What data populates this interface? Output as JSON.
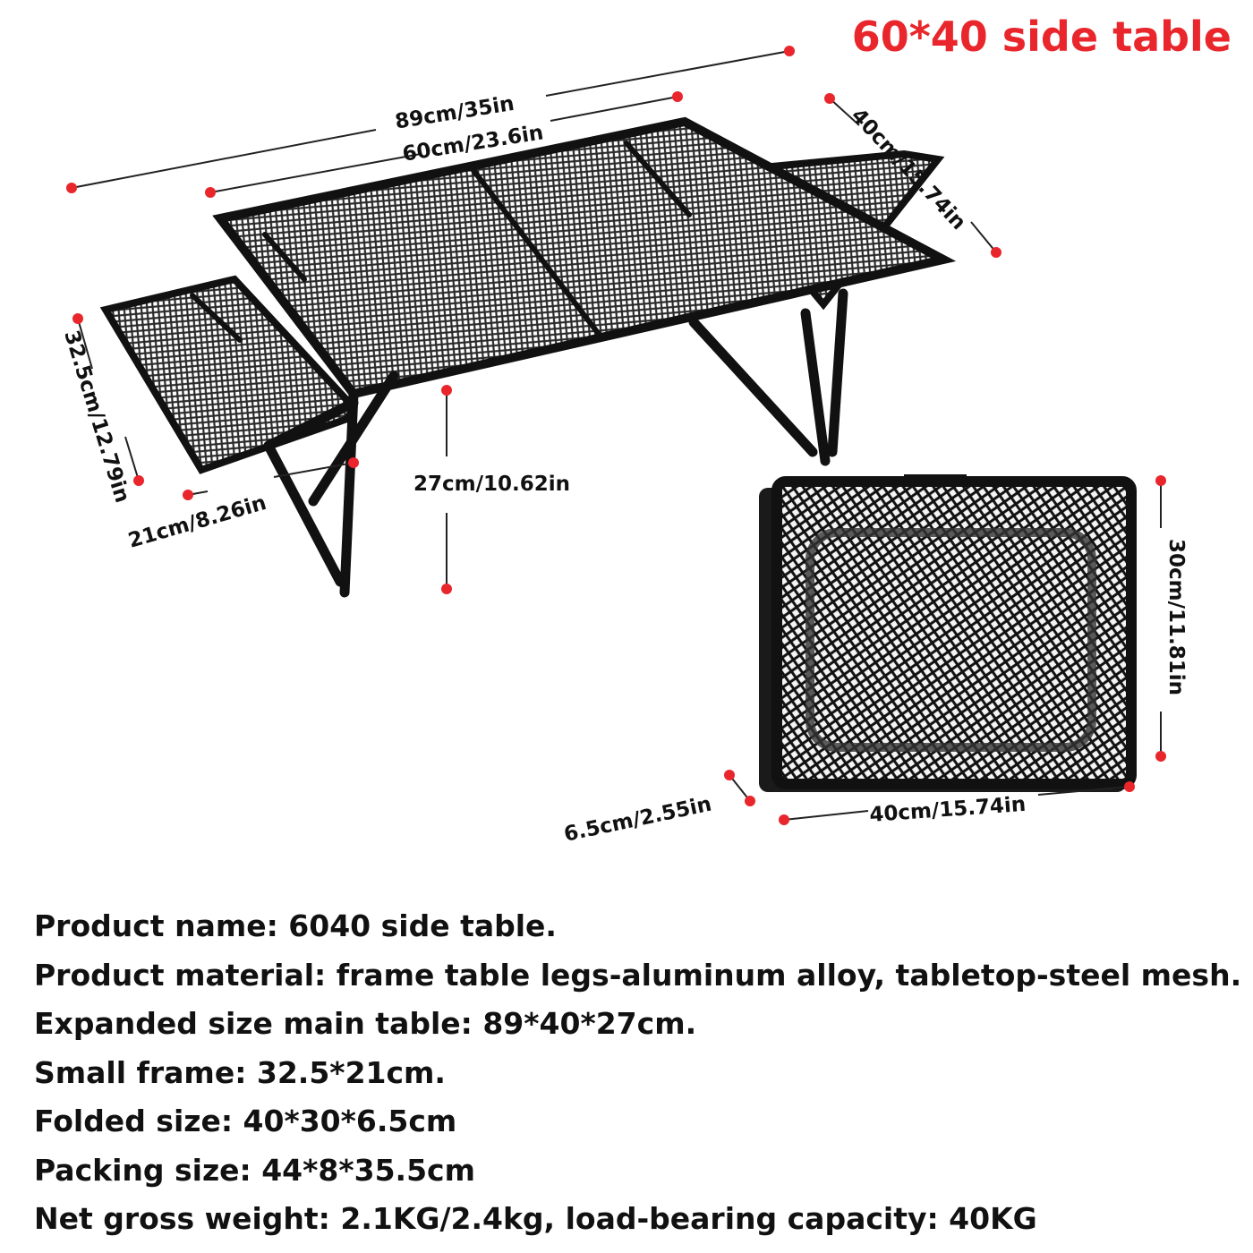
{
  "title": "60*40 side table",
  "dimensions": {
    "overall_length": "89cm/35in",
    "table_length": "60cm/23.6in",
    "table_width": "40cm/15.74in",
    "side_frame_length": "32.5cm/12.79in",
    "side_frame_width": "21cm/8.26in",
    "table_height": "27cm/10.62in",
    "folded_height": "30cm/11.81in",
    "folded_width": "40cm/15.74in",
    "folded_thickness": "6.5cm/2.55in"
  },
  "specs": [
    "Product name: 6040 side table.",
    "Product material: frame table legs-aluminum alloy, tabletop-steel mesh.",
    "Expanded size main table: 89*40*27cm.",
    "Small frame: 32.5*21cm.",
    "Folded size: 40*30*6.5cm",
    "Packing size: 44*8*35.5cm",
    "Net gross weight: 2.1KG/2.4kg, load-bearing capacity: 40KG"
  ],
  "colors": {
    "accent": "#e8262b",
    "text": "#111111",
    "frame": "#111111",
    "mesh": "#3a3a3a"
  }
}
